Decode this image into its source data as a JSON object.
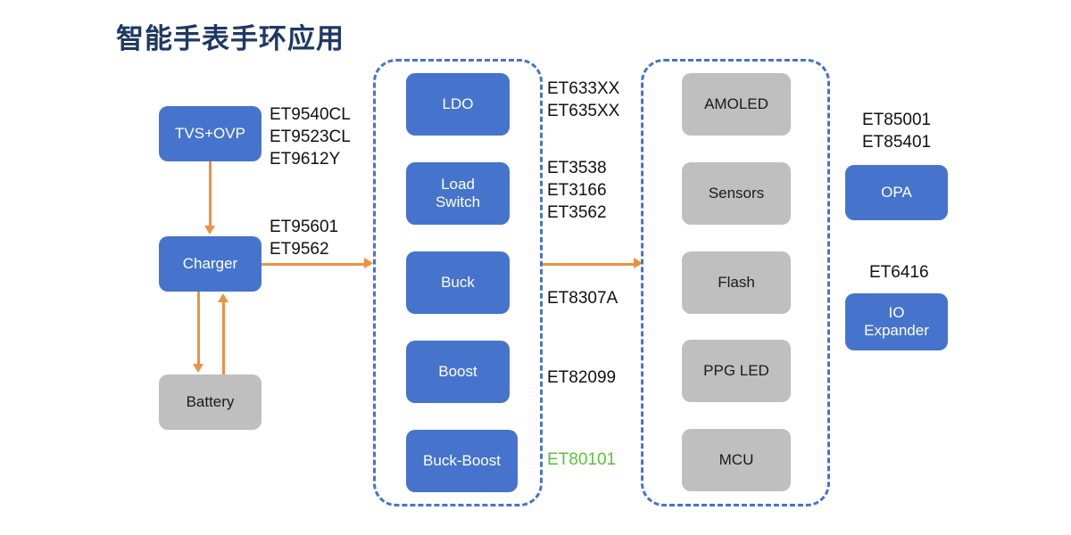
{
  "page": {
    "title": "智能手表手环应用",
    "title_color": "#1F3864",
    "background": "#ffffff"
  },
  "palette": {
    "block_blue": "#4674CC",
    "block_gray": "#BFBFBF",
    "arrow_orange": "#ED9141",
    "dashed_blue": "#4674CC",
    "label_black": "#111111",
    "label_green": "#5BC236"
  },
  "power_input": {
    "blocks": [
      {
        "name": "tvs-ovp",
        "label": "TVS+OVP",
        "style": "blue"
      },
      {
        "name": "charger",
        "label": "Charger",
        "style": "blue"
      },
      {
        "name": "battery",
        "label": "Battery",
        "style": "gray"
      }
    ],
    "labels": [
      {
        "name": "tvs-ovp-parts",
        "text": "ET9540CL\nET9523CL\nET9612Y"
      },
      {
        "name": "charger-parts",
        "text": "ET95601\nET9562"
      }
    ]
  },
  "power_management_group": {
    "group_name": "power-management-group",
    "blocks": [
      {
        "name": "ldo",
        "label": "LDO",
        "style": "blue"
      },
      {
        "name": "load-switch",
        "label": "Load\nSwitch",
        "style": "blue"
      },
      {
        "name": "buck",
        "label": "Buck",
        "style": "blue"
      },
      {
        "name": "boost",
        "label": "Boost",
        "style": "blue"
      },
      {
        "name": "buck-boost",
        "label": "Buck-Boost",
        "style": "blue"
      }
    ],
    "labels": [
      {
        "name": "ldo-parts",
        "text": "ET633XX\nET635XX",
        "color": "black"
      },
      {
        "name": "load-switch-parts",
        "text": "ET3538\nET3166\nET3562",
        "color": "black"
      },
      {
        "name": "buck-parts",
        "text": "ET8307A",
        "color": "black"
      },
      {
        "name": "boost-parts",
        "text": "ET82099",
        "color": "black"
      },
      {
        "name": "buck-boost-parts",
        "text": "ET80101",
        "color": "green"
      }
    ]
  },
  "system_load_group": {
    "group_name": "system-load-group",
    "blocks": [
      {
        "name": "amoled",
        "label": "AMOLED",
        "style": "gray"
      },
      {
        "name": "sensors",
        "label": "Sensors",
        "style": "gray"
      },
      {
        "name": "flash",
        "label": "Flash",
        "style": "gray"
      },
      {
        "name": "ppg-led",
        "label": "PPG LED",
        "style": "gray"
      },
      {
        "name": "mcu",
        "label": "MCU",
        "style": "gray"
      }
    ]
  },
  "peripherals": {
    "blocks": [
      {
        "name": "opa",
        "label": "OPA",
        "style": "blue"
      },
      {
        "name": "io-expander",
        "label": "IO\nExpander",
        "style": "blue"
      }
    ],
    "labels": [
      {
        "name": "opa-parts",
        "text": "ET85001\nET85401"
      },
      {
        "name": "io-expander-parts",
        "text": "ET6416"
      }
    ]
  },
  "connectors": [
    {
      "name": "tvs-to-charger-arrow",
      "direction": "down"
    },
    {
      "name": "charger-to-battery-arrow",
      "direction": "down"
    },
    {
      "name": "battery-to-charger-arrow",
      "direction": "up"
    },
    {
      "name": "charger-to-power-management-arrow",
      "direction": "right"
    },
    {
      "name": "power-management-to-system-load-arrow",
      "direction": "right"
    }
  ]
}
